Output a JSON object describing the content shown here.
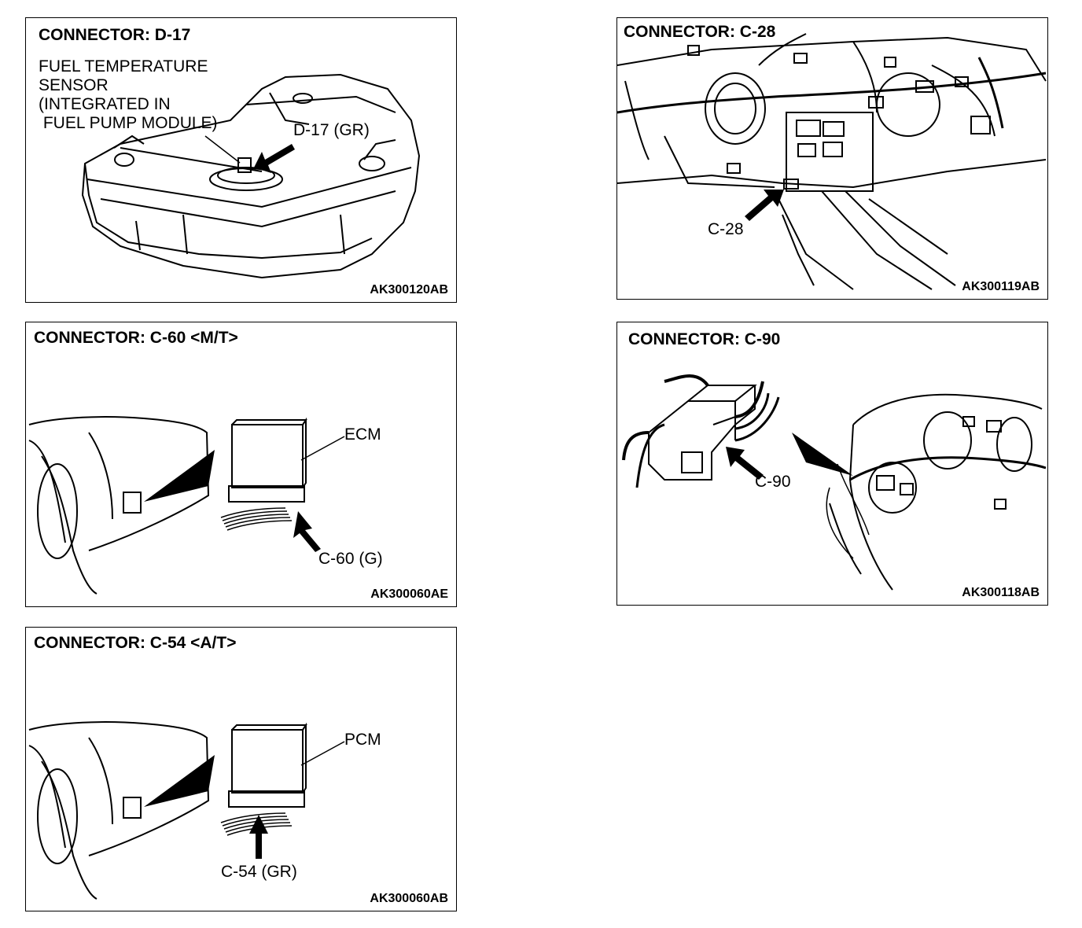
{
  "panels": {
    "d17": {
      "title": "CONNECTOR: D-17",
      "sensor_lines": [
        "FUEL TEMPERATURE",
        "SENSOR",
        "(INTEGRATED IN",
        " FUEL PUMP MODULE)"
      ],
      "connector_label": "D-17 (GR)",
      "code": "AK300120AB"
    },
    "c28": {
      "title": "CONNECTOR: C-28",
      "connector_label": "C-28",
      "code": "AK300119AB"
    },
    "c60": {
      "title": "CONNECTOR: C-60 <M/T>",
      "unit_label": "ECM",
      "connector_label": "C-60 (G)",
      "code": "AK300060AE"
    },
    "c90": {
      "title": "CONNECTOR: C-90",
      "connector_label": "C-90",
      "code": "AK300118AB"
    },
    "c54": {
      "title": "CONNECTOR: C-54 <A/T>",
      "unit_label": "PCM",
      "connector_label": "C-54 (GR)",
      "code": "AK300060AB"
    }
  }
}
